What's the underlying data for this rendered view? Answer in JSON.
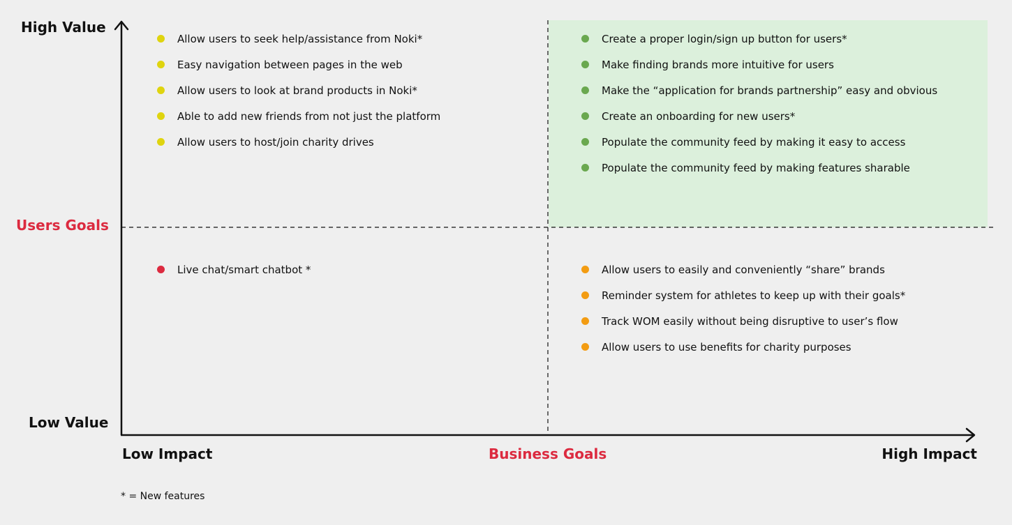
{
  "axes": {
    "y_top": "High Value",
    "y_mid": "Users Goals",
    "y_bottom": "Low Value",
    "x_left": "Low Impact",
    "x_mid": "Business Goals",
    "x_right": "High Impact"
  },
  "colors": {
    "accent_red": "#dc2a3f",
    "yellow_dot": "#dfd40f",
    "green_dot": "#6aa84f",
    "red_dot": "#dc2a3f",
    "orange_dot": "#f39c12",
    "highlight_bg": "#dcf0dc"
  },
  "quadrants": {
    "top_left": [
      "Allow users to seek help/assistance from Noki*",
      "Easy navigation between pages in the web",
      "Allow users to look at brand products in Noki*",
      "Able to add new friends from not just the platform",
      "Allow users to host/join charity drives"
    ],
    "top_right": [
      "Create a proper login/sign up button for users*",
      "Make finding brands more intuitive for users",
      "Make the “application for brands partnership” easy and obvious",
      "Create an onboarding for new users*",
      "Populate the community feed by making it easy to access",
      "Populate the community feed by making features sharable"
    ],
    "bottom_left": [
      "Live chat/smart chatbot *"
    ],
    "bottom_right": [
      "Allow users to easily and conveniently “share” brands",
      "Reminder system for athletes to keep up with their goals*",
      "Track WOM easily without being disruptive to user’s flow",
      "Allow users to use benefits for charity purposes"
    ]
  },
  "footnote": "* = New features"
}
